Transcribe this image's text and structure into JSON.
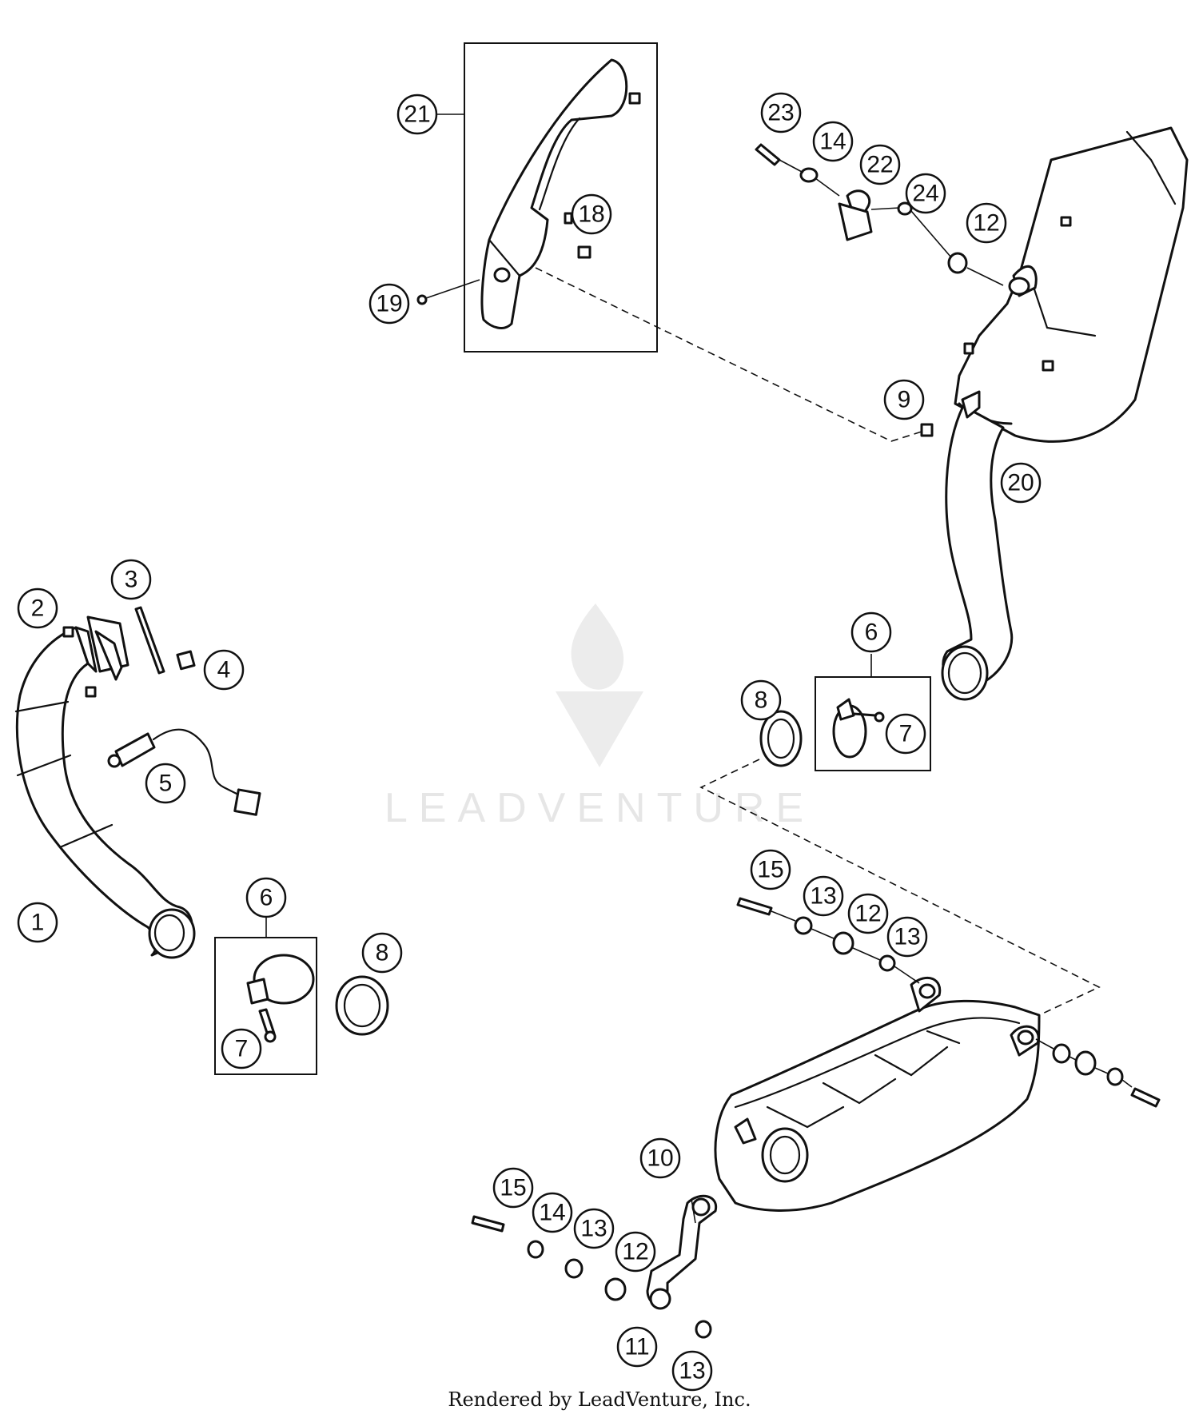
{
  "watermark": {
    "text": "LEADVENTURE"
  },
  "footer": {
    "text": "Rendered by LeadVenture, Inc."
  },
  "callouts": [
    {
      "id": "c21",
      "label": "21"
    },
    {
      "id": "c18",
      "label": "18"
    },
    {
      "id": "c19",
      "label": "19"
    },
    {
      "id": "c23",
      "label": "23"
    },
    {
      "id": "c14a",
      "label": "14"
    },
    {
      "id": "c22",
      "label": "22"
    },
    {
      "id": "c24",
      "label": "24"
    },
    {
      "id": "c12a",
      "label": "12"
    },
    {
      "id": "c9",
      "label": "9"
    },
    {
      "id": "c20",
      "label": "20"
    },
    {
      "id": "c3",
      "label": "3"
    },
    {
      "id": "c2",
      "label": "2"
    },
    {
      "id": "c4",
      "label": "4"
    },
    {
      "id": "c5",
      "label": "5"
    },
    {
      "id": "c1",
      "label": "1"
    },
    {
      "id": "c6a",
      "label": "6"
    },
    {
      "id": "c7a",
      "label": "7"
    },
    {
      "id": "c8a",
      "label": "8"
    },
    {
      "id": "c6b",
      "label": "6"
    },
    {
      "id": "c7b",
      "label": "7"
    },
    {
      "id": "c8b",
      "label": "8"
    },
    {
      "id": "c15a",
      "label": "15"
    },
    {
      "id": "c13a",
      "label": "13"
    },
    {
      "id": "c12b",
      "label": "12"
    },
    {
      "id": "c13b",
      "label": "13"
    },
    {
      "id": "c10",
      "label": "10"
    },
    {
      "id": "c15b",
      "label": "15"
    },
    {
      "id": "c14b",
      "label": "14"
    },
    {
      "id": "c13c",
      "label": "13"
    },
    {
      "id": "c12c",
      "label": "12"
    },
    {
      "id": "c11",
      "label": "11"
    },
    {
      "id": "c13d",
      "label": "13"
    }
  ]
}
